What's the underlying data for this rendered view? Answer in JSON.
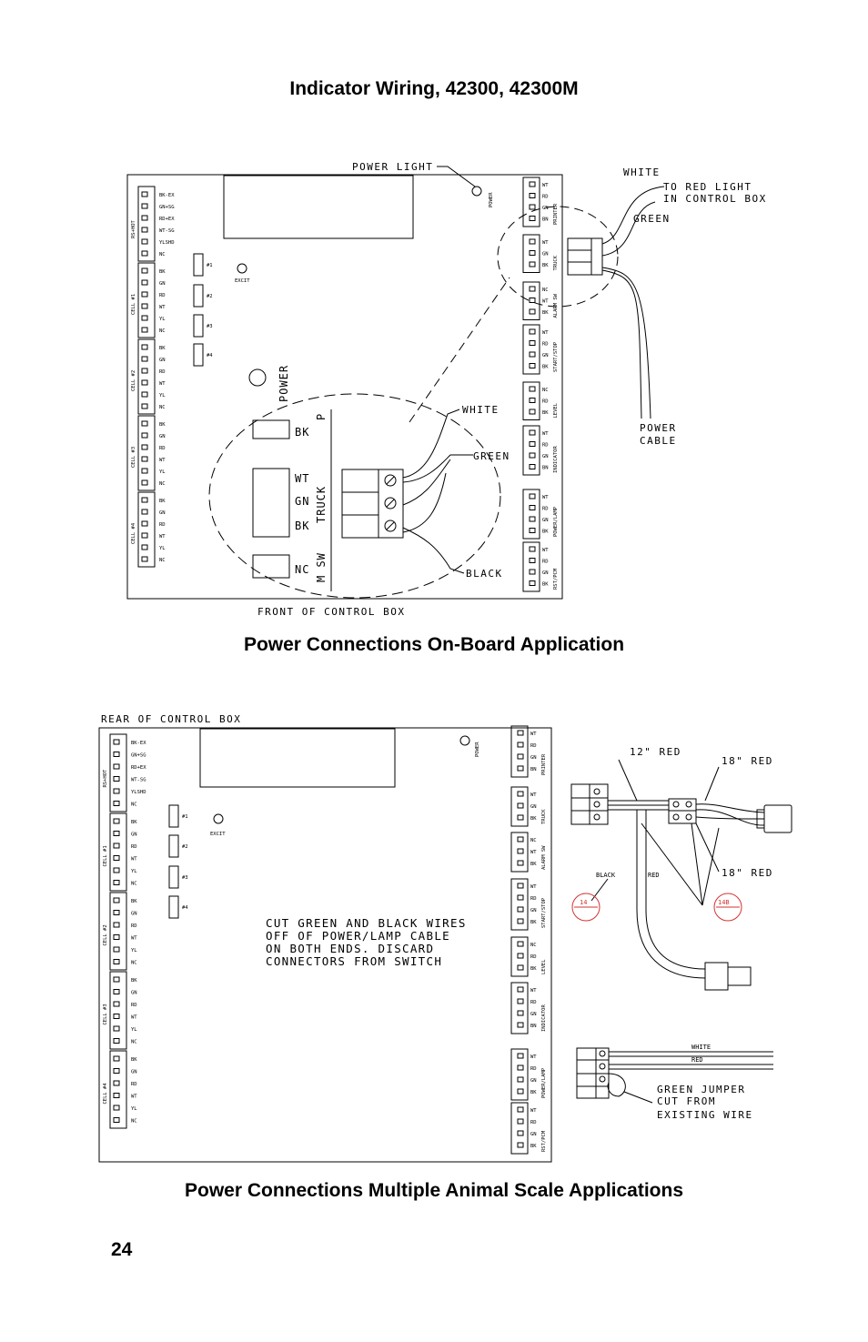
{
  "page": {
    "title": "Indicator Wiring, 42300, 42300M",
    "caption_onboard": "Power Connections On-Board Application",
    "caption_multiple": "Power Connections Multiple Animal Scale Applications",
    "page_number": "24"
  },
  "diagram1": {
    "power_light": "POWER LIGHT",
    "power_led": "POWER",
    "white": "WHITE",
    "to_red_light_1": "TO RED LIGHT",
    "to_red_light_2": "IN CONTROL BOX",
    "green": "GREEN",
    "power_cable_1": "POWER",
    "power_cable_2": "CABLE",
    "front_of_control_box": "FRONT OF CONTROL BOX",
    "detail_white": "WHITE",
    "detail_green": "GREEN",
    "detail_black": "BLACK",
    "detail_power": "POWER",
    "detail_truck": "TRUCK",
    "detail_m_sw": "M SW",
    "detail_p": "P",
    "detail_bk": "BK",
    "detail_wt": "WT",
    "detail_gn": "GN",
    "detail_bk2": "BK",
    "detail_nc": "NC",
    "excit": "EXCIT"
  },
  "diagram2": {
    "rear_of_control_box": "REAR OF CONTROL BOX",
    "power_led": "POWER",
    "excit": "EXCIT",
    "note_1": "CUT GREEN AND BLACK WIRES",
    "note_2": "OFF OF POWER/LAMP CABLE",
    "note_3": "ON BOTH ENDS. DISCARD",
    "note_4": "CONNECTORS FROM SWITCH",
    "red_12": "12\" RED",
    "red_18_top": "18\" RED",
    "red_18_bottom": "18\" RED",
    "black": "BLACK",
    "red": "RED",
    "callout_a": "14",
    "callout_b": "14B",
    "white": "WHITE",
    "red2": "RED",
    "green_jumper_1": "GREEN JUMPER",
    "green_jumper_2": "CUT FROM",
    "green_jumper_3": "EXISTING WIRE"
  },
  "board": {
    "left_group_labels": [
      "RS+HOT",
      "CELL #1",
      "CELL #2",
      "CELL #3",
      "CELL #4"
    ],
    "left_first_pins": [
      "BK-EX",
      "GN+SG",
      "RD+EX",
      "WT-SG",
      "YLSHD",
      "NC"
    ],
    "left_cell_pins": [
      "BK",
      "GN",
      "RD",
      "WT",
      "YL",
      "NC"
    ],
    "jumpers": [
      "#1",
      "#2",
      "#3",
      "#4"
    ],
    "right_groups": [
      {
        "label": "PRINTER",
        "pins": [
          "WT",
          "RD",
          "GN",
          "BN"
        ]
      },
      {
        "label": "TRUCK",
        "pins": [
          "WT",
          "GN",
          "BK"
        ]
      },
      {
        "label": "ALARM SW",
        "pins": [
          "NC",
          "WT",
          "BK"
        ]
      },
      {
        "label": "START/STOP",
        "pins": [
          "WT",
          "RD",
          "GN",
          "BK"
        ]
      },
      {
        "label": "LEVEL",
        "pins": [
          "NC",
          "RD",
          "BK"
        ]
      },
      {
        "label": "INDICATOR",
        "pins": [
          "WT",
          "RD",
          "GN",
          "BN"
        ]
      },
      {
        "label": "POWER/LAMP",
        "pins": [
          "WT",
          "RD",
          "GN",
          "BK"
        ]
      },
      {
        "label": "RST/PCM",
        "pins": [
          "WT",
          "RD",
          "GN",
          "BK"
        ]
      }
    ]
  },
  "colors": {
    "ink": "#000000",
    "callout": "#d33333"
  }
}
